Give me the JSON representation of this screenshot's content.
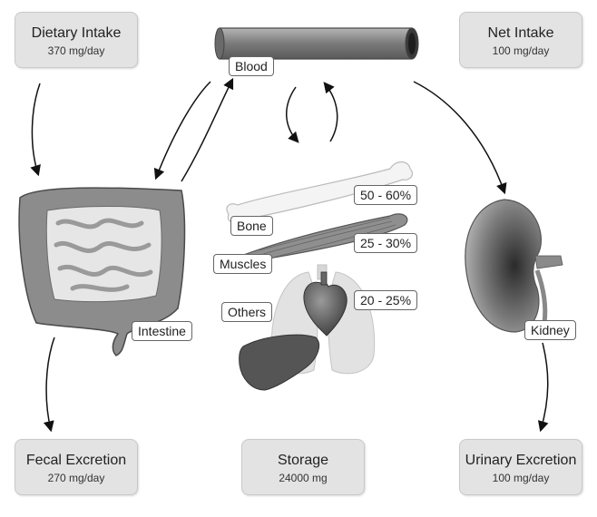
{
  "boxes": {
    "dietary": {
      "title": "Dietary Intake",
      "value": "370 mg/day"
    },
    "net": {
      "title": "Net Intake",
      "value": "100 mg/day"
    },
    "fecal": {
      "title": "Fecal Excretion",
      "value": "270 mg/day"
    },
    "storage": {
      "title": "Storage",
      "value": "24000 mg"
    },
    "urinary": {
      "title": "Urinary Excretion",
      "value": "100 mg/day"
    }
  },
  "labels": {
    "blood": "Blood",
    "intestine": "Intestine",
    "bone": "Bone",
    "muscles": "Muscles",
    "others": "Others",
    "kidney": "Kidney"
  },
  "percentages": {
    "bone": "50 - 60%",
    "muscles": "25 - 30%",
    "others": "20 - 25%"
  },
  "icons": [
    "blood-vessel-icon",
    "intestine-icon",
    "bone-icon",
    "muscle-icon",
    "lungs-icon",
    "heart-icon",
    "liver-icon",
    "kidney-icon"
  ],
  "colors": {
    "box_fill": "#e3e3e3",
    "organ_gray": "#8a8a8a",
    "dark_organ": "#555555"
  }
}
